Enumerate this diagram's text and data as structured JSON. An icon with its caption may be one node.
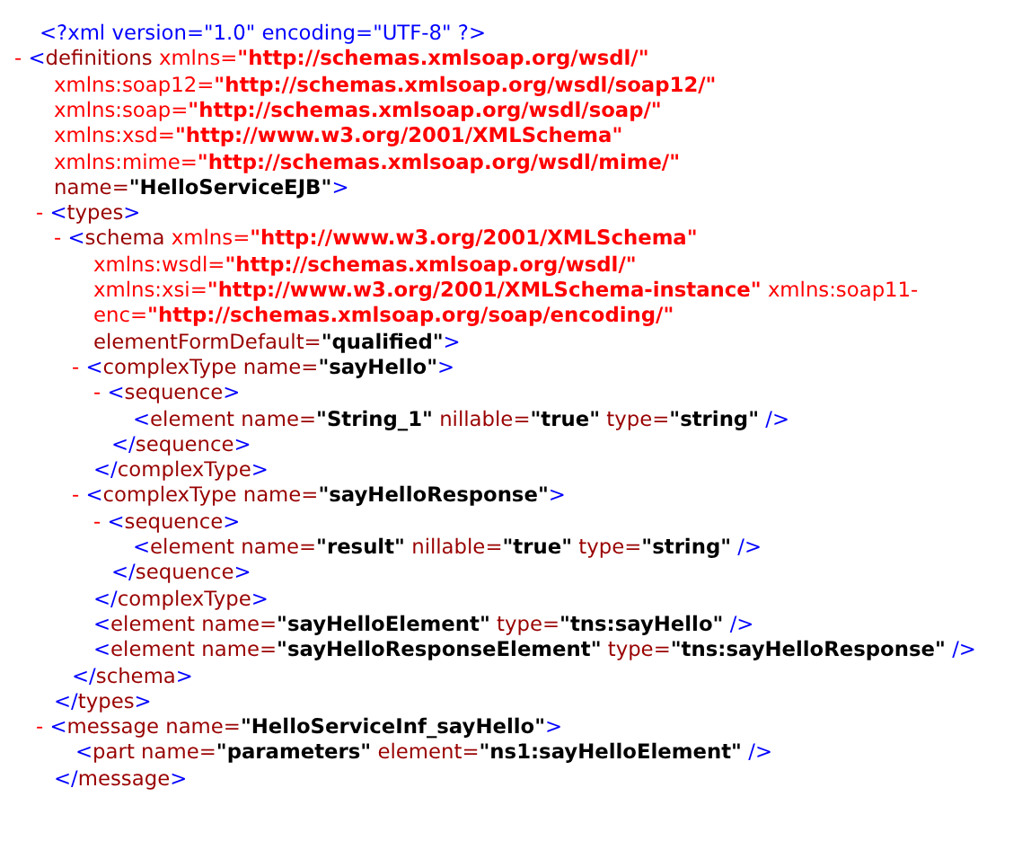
{
  "diagram": {
    "labels": [
      "<?xml version=\"1.0\" encoding=\"UTF-8\" ?>",
      "- <definitions xmlns=\"http://schemas.xmlsoap.org/wsdl/\"",
      "xmlns:soap12=\"http://schemas.xmlsoap.org/wsdl/soap12/\"",
      "xmlns:soap=\"http://schemas.xmlsoap.org/wsdl/soap/\"",
      "xmlns:xsd=\"http://www.w3.org/2001/XMLSchema\"",
      "xmlns:mime=\"http://schemas.xmlsoap.org/wsdl/mime/\"",
      "name=\"HelloServiceEJB\">",
      "- <types>",
      "- <schema xmlns=\"http://www.w3.org/2001/XMLSchema\"",
      "xmlns:wsdl=\"http://schemas.xmlsoap.org/wsdl/\"",
      "xmlns:xsi=\"http://www.w3.org/2001/XMLSchema-instance\" xmlns:soap11-",
      "enc=\"http://schemas.xmlsoap.org/soap/encoding/\"",
      "elementFormDefault=\"qualified\">",
      "- <complexType name=\"sayHello\">",
      "- <sequence>",
      "<element name=\"String_1\" nillable=\"true\" type=\"string\" />",
      "</sequence>",
      "</complexType>",
      "- <complexType name=\"sayHelloResponse\">",
      "- <sequence>",
      "<element name=\"result\" nillable=\"true\" type=\"string\" />",
      "</sequence>",
      "</complexType>",
      "<element name=\"sayHelloElement\" type=\"tns:sayHello\" />",
      "<element name=\"sayHelloResponseElement\" type=\"tns:sayHelloResponse\" />",
      "</schema>",
      "</types>",
      "- <message name=\"HelloServiceInf_sayHello\">",
      "<part name=\"parameters\" element=\"ns1:sayHelloElement\" />",
      "</message>"
    ]
  }
}
